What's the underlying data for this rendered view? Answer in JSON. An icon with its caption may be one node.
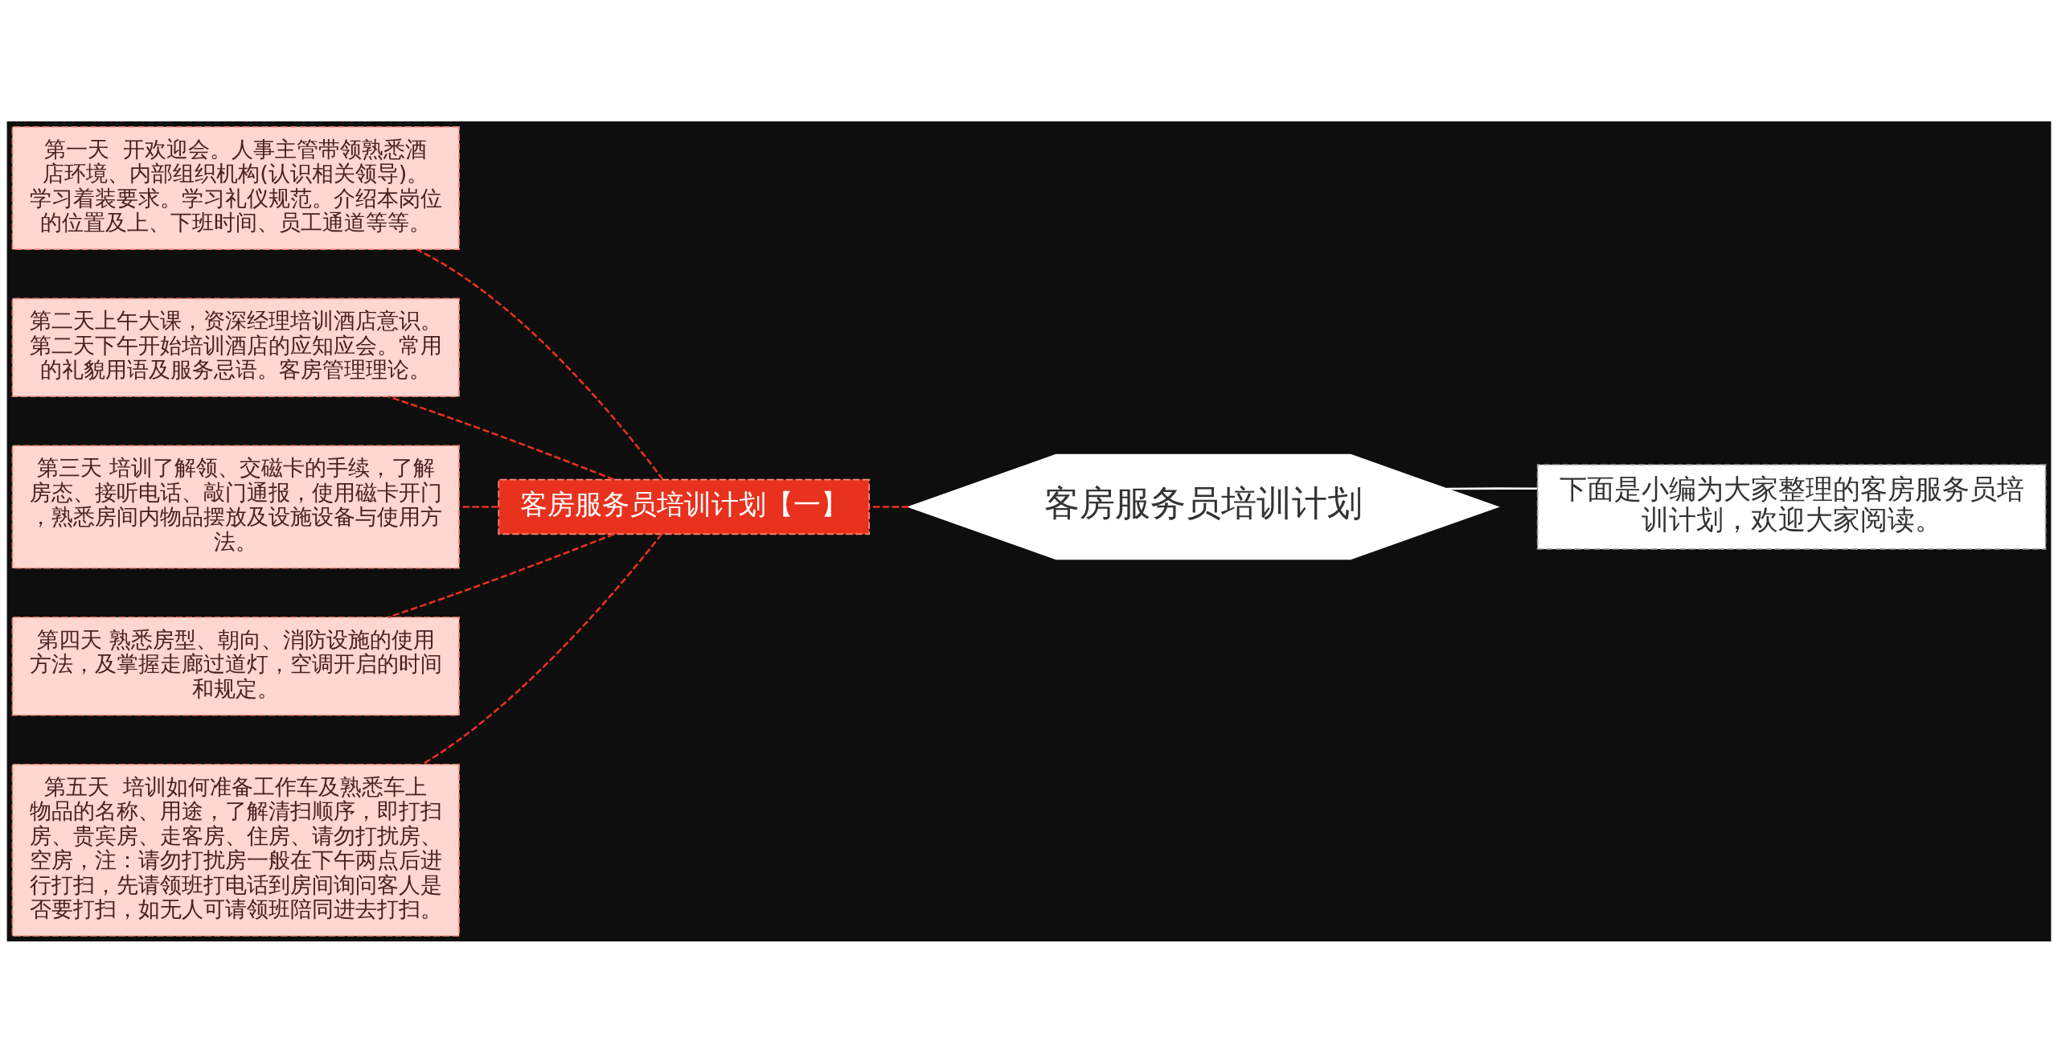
{
  "diagram": {
    "nodes": [
      {
        "text": [
          "客房服务员培训计划"
        ]
      },
      {
        "text": [
          "客房服务员培训计划【一】"
        ]
      },
      {
        "text": [
          "第一天  开欢迎会。人事主管带领熟悉酒店环境、内部组织机构(认识相关领导)。学习着装要求。学习礼仪规范。介绍本岗位的位置及上、下班时间、员工通道等等。"
        ]
      },
      {
        "text": [
          "第二天上午大课，资深经理培训酒店意识。第二天下午开始培训酒店的应知应会。常用的礼貌用语及服务忌语。客房管理理论。"
        ]
      },
      {
        "text": [
          "第三天 培训了解领、交磁卡的手续，了解房态、接听电话、敲门通报，使用磁卡开门，熟悉房间内物品摆放及设施设备与使用方法。"
        ]
      },
      {
        "text": [
          "第四天 熟悉房型、朝向、消防设施的使用方法，及掌握走廊过道灯，空调开启的时间和规定。"
        ]
      },
      {
        "text": [
          "第五天  培训如何准备工作车及熟悉车上物品的名称、用途，了解清扫顺序，即打扫房、贵宾房、走客房、住房、请勿打扰房、空房，注：请勿打扰房一般在下午两点后进行打扫，先请领班打电话到房间询问客人是否要打扫，如无人可请领班陪同进去打扫。"
        ]
      },
      {
        "text": [
          "下面是小编为大家整理的客房服务员培训计划，欢迎大家阅读。"
        ]
      }
    ],
    "edges": [
      {
        "from": 0,
        "to": 1,
        "arrow": "none",
        "style": "dashed"
      },
      {
        "from": 1,
        "to": 2,
        "arrow": "none",
        "style": "dashed"
      },
      {
        "from": 1,
        "to": 3,
        "arrow": "none",
        "style": "dashed"
      },
      {
        "from": 1,
        "to": 4,
        "arrow": "none",
        "style": "dashed"
      },
      {
        "from": 1,
        "to": 5,
        "arrow": "none",
        "style": "dashed"
      },
      {
        "from": 1,
        "to": 6,
        "arrow": "none",
        "style": "dashed"
      },
      {
        "from": 0,
        "to": 7,
        "arrow": "none",
        "color": "#ffffff"
      }
    ]
  }
}
